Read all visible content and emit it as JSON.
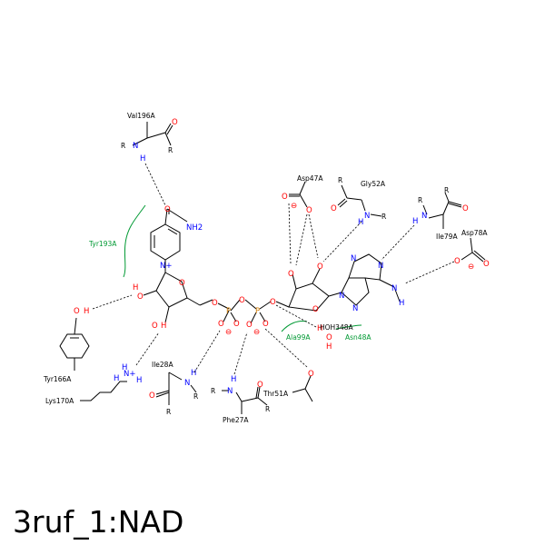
{
  "title": "3ruf_1:NAD",
  "residues": {
    "val196": "Val196A",
    "tyr193": "Tyr193A",
    "tyr166": "Tyr166A",
    "lys170": "Lys170A",
    "ile28": "Ile28A",
    "phe27": "Phe27A",
    "thr51": "Thr51A",
    "ala99": "Ala99A",
    "asn48": "Asn48A",
    "asp47": "Asp47A",
    "gly52": "Gly52A",
    "ile79": "Ile79A",
    "asp78": "Asp78A",
    "hoh": "HOH348A"
  },
  "atoms": {
    "n": "N",
    "o": "O",
    "p": "P",
    "h": "H",
    "r": "R",
    "nh2": "NH2",
    "nplus": "N+",
    "nh": "NH",
    "oh": "OH",
    "ho": "HO",
    "hn": "HN",
    "minus": "⊖"
  },
  "colors": {
    "oxygen": "#ff0000",
    "nitrogen": "#0000ff",
    "phosphorus": "#cc7700",
    "hydrophobic": "#009933"
  }
}
